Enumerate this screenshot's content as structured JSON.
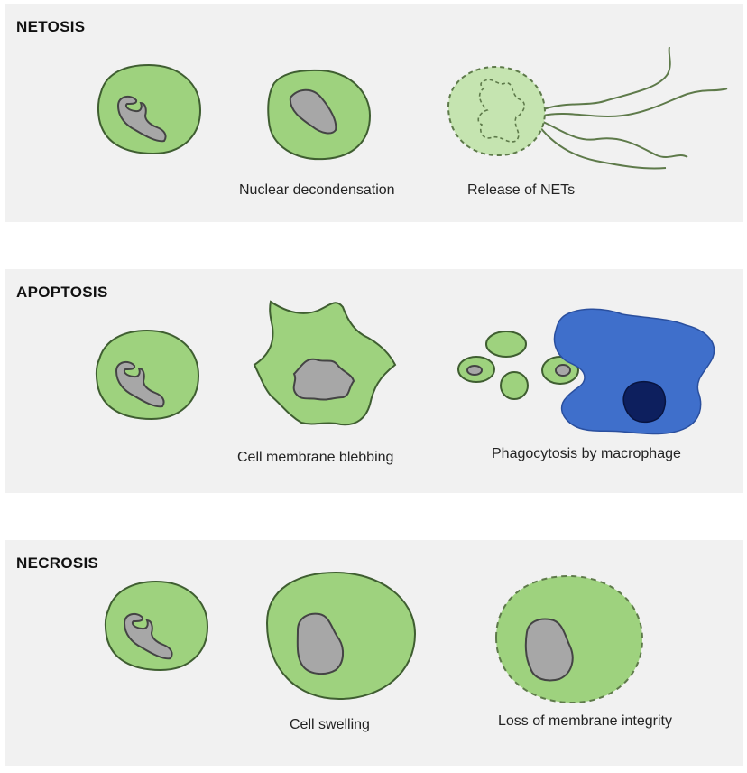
{
  "colors": {
    "panel_bg": "#f1f1f1",
    "cell_fill": "#9ed27e",
    "cell_fill_light": "#c5e4b0",
    "cell_stroke": "#3f5e31",
    "nucleus_fill": "#a7a7a7",
    "nucleus_stroke": "#444444",
    "macrophage_fill": "#3f6fcb",
    "macrophage_nucleus": "#0d1f5e",
    "net_stroke": "#5e7a4a"
  },
  "sections": [
    {
      "id": "netosis",
      "title": "NETOSIS",
      "captions": [
        "Nuclear decondensation",
        "Release of NETs"
      ]
    },
    {
      "id": "apoptosis",
      "title": "APOPTOSIS",
      "captions": [
        "Cell membrane blebbing",
        "Phagocytosis by macrophage"
      ]
    },
    {
      "id": "necrosis",
      "title": "NECROSIS",
      "captions": [
        "Cell swelling",
        "Loss of membrane integrity"
      ]
    }
  ]
}
